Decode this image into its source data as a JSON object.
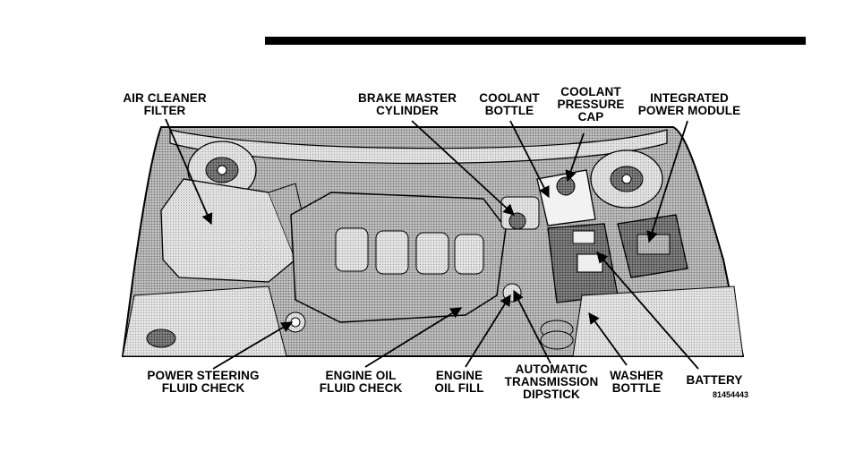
{
  "labels": {
    "air_cleaner_filter": "AIR CLEANER\nFILTER",
    "brake_master_cylinder": "BRAKE MASTER\nCYLINDER",
    "coolant_bottle": "COOLANT\nBOTTLE",
    "coolant_pressure_cap": "COOLANT\nPRESSURE\nCAP",
    "integrated_power_module": "INTEGRATED\nPOWER MODULE",
    "power_steering_fluid_check": "POWER STEERING\nFLUID CHECK",
    "engine_oil_fluid_check": "ENGINE OIL\nFLUID CHECK",
    "engine_oil_fill": "ENGINE\nOIL FILL",
    "automatic_transmission_dipstick": "AUTOMATIC\nTRANSMISSION\nDIPSTICK",
    "washer_bottle": "WASHER\nBOTTLE",
    "battery": "BATTERY"
  },
  "figure_code": "81454443"
}
